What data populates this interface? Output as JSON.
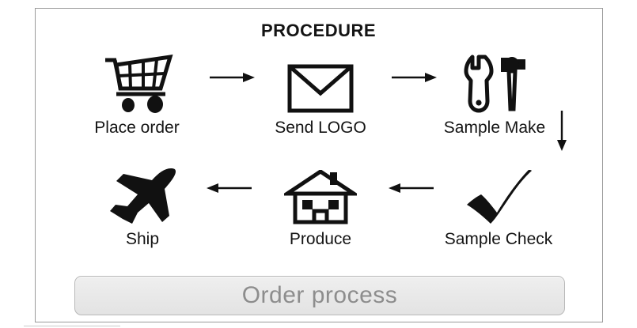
{
  "diagram": {
    "title": "PROCEDURE",
    "frame_border_color": "#9a9a9a",
    "ink_color": "#141414"
  },
  "steps": [
    {
      "id": "place-order",
      "label": "Place order",
      "icon": "shopping-cart-icon",
      "row": 1,
      "order": 1
    },
    {
      "id": "send-logo",
      "label": "Send LOGO",
      "icon": "envelope-icon",
      "row": 1,
      "order": 2
    },
    {
      "id": "sample-make",
      "label": "Sample Make",
      "icon": "wrench-hammer-icon",
      "row": 1,
      "order": 3
    },
    {
      "id": "sample-check",
      "label": "Sample Check",
      "icon": "checkmark-icon",
      "row": 2,
      "order": 4
    },
    {
      "id": "produce",
      "label": "Produce",
      "icon": "house-icon",
      "row": 2,
      "order": 5
    },
    {
      "id": "ship",
      "label": "Ship",
      "icon": "airplane-icon",
      "row": 2,
      "order": 6
    }
  ],
  "connectors": [
    {
      "id": "arrow-1",
      "icon": "arrow-right-icon",
      "direction": "right"
    },
    {
      "id": "arrow-2",
      "icon": "arrow-right-icon",
      "direction": "right"
    },
    {
      "id": "arrow-down",
      "icon": "arrow-down-icon",
      "direction": "down"
    },
    {
      "id": "arrow-3",
      "icon": "arrow-left-icon",
      "direction": "left"
    },
    {
      "id": "arrow-4",
      "icon": "arrow-left-icon",
      "direction": "left"
    }
  ],
  "order_button": {
    "label": "Order process",
    "text_color": "#8d8d8d",
    "fill_color": "#e8e8e8",
    "border_color": "#b8b8b8"
  }
}
